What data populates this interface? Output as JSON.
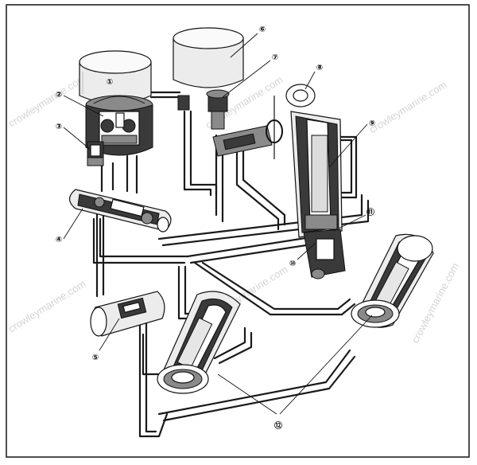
{
  "callouts": {
    "c1": "①",
    "c2": "②",
    "c3": "③",
    "c4": "④",
    "c5": "⑤",
    "c6": "⑥",
    "c7": "⑦",
    "c8": "⑧",
    "c9": "⑨",
    "c10": "⑩",
    "c11": "⑪",
    "c12": "⑫"
  },
  "watermark": "crowleymarine.com"
}
